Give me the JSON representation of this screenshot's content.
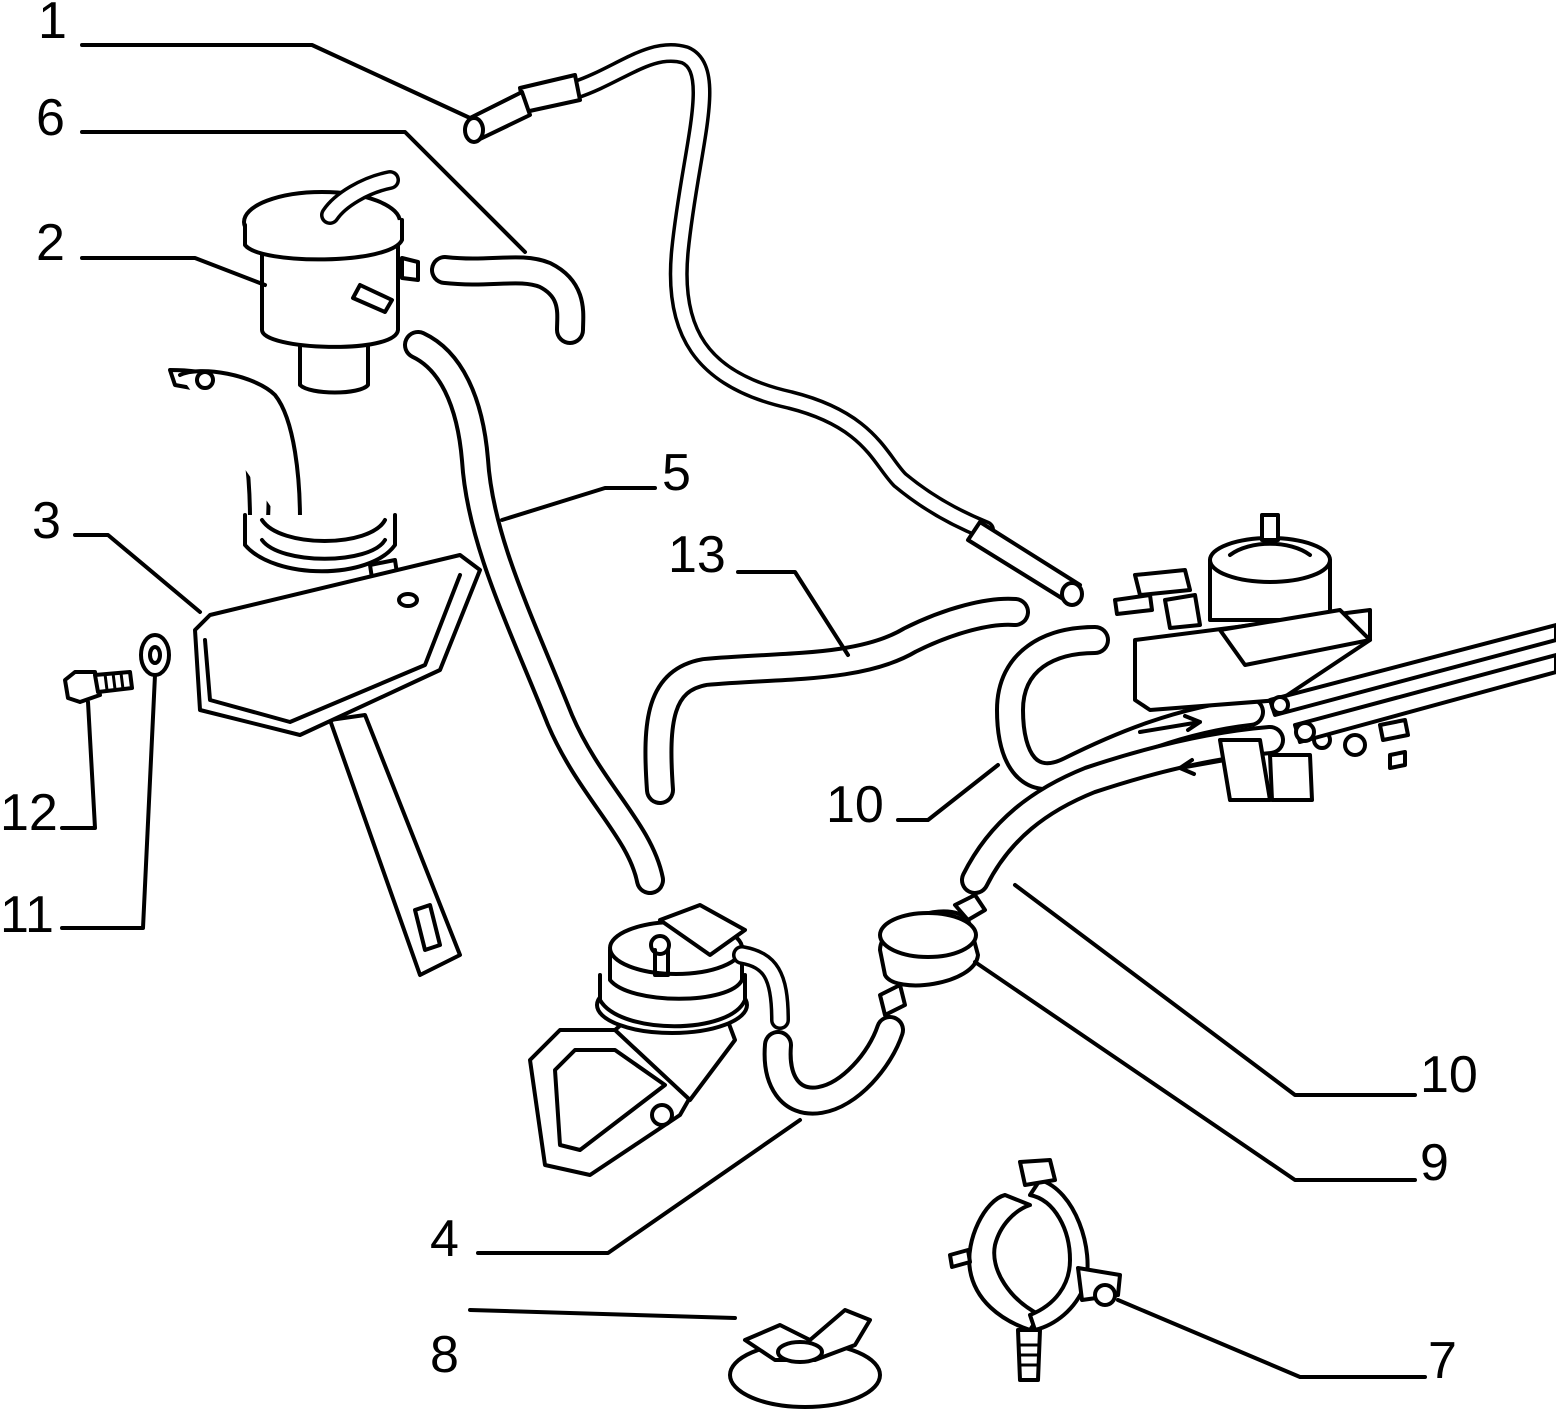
{
  "diagram": {
    "callouts": {
      "c1": "1",
      "c6": "6",
      "c2": "2",
      "c3": "3",
      "c5": "5",
      "c13": "13",
      "c12": "12",
      "c11": "11",
      "c10a": "10",
      "c10b": "10",
      "c9": "9",
      "c4": "4",
      "c8": "8",
      "c7": "7"
    }
  }
}
